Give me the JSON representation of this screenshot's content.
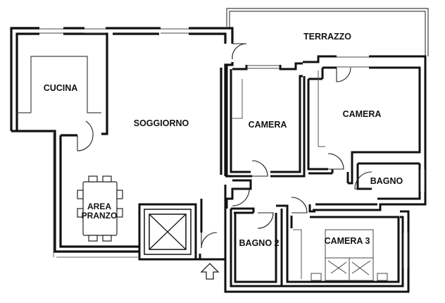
{
  "floorplan": {
    "rooms": {
      "terrazzo": "TERRAZZO",
      "cucina": "CUCINA",
      "soggiorno": "SOGGIORNO",
      "camera_1": "CAMERA",
      "camera_2": "CAMERA",
      "bagno": "BAGNO",
      "area_pranzo_line1": "AREA",
      "area_pranzo_line2": "PRANZO",
      "bagno_2": "BAGNO 2",
      "camera_3": "CAMERA 3"
    },
    "colors": {
      "wall": "#111111",
      "wall_fill": "#ffffff",
      "line": "#333333",
      "fixture": "#555555"
    },
    "icons": [
      "entrance-arrow-icon",
      "elevator-shaft-icon",
      "dining-table-icon",
      "double-bed-icon",
      "door-swing-icon",
      "window-icon"
    ]
  }
}
